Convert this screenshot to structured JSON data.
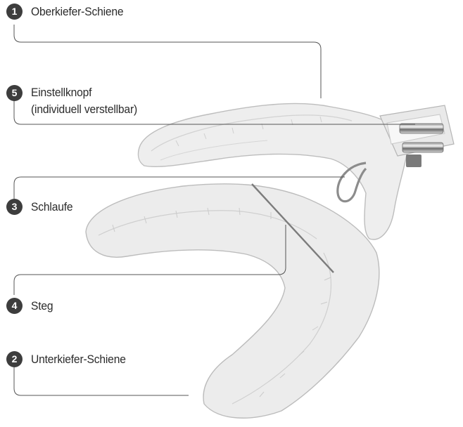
{
  "callouts": [
    {
      "number": "1",
      "label": "Oberkiefer-Schiene"
    },
    {
      "number": "5",
      "label_line1": "Einstellknopf",
      "label_line2": "(individuell verstellbar)"
    },
    {
      "number": "3",
      "label": "Schlaufe"
    },
    {
      "number": "4",
      "label": "Steg"
    },
    {
      "number": "2",
      "label": "Unterkiefer-Schiene"
    }
  ],
  "colors": {
    "badge": "#3d3d3d",
    "leader_line": "#555555",
    "text": "#2b2b2b"
  }
}
